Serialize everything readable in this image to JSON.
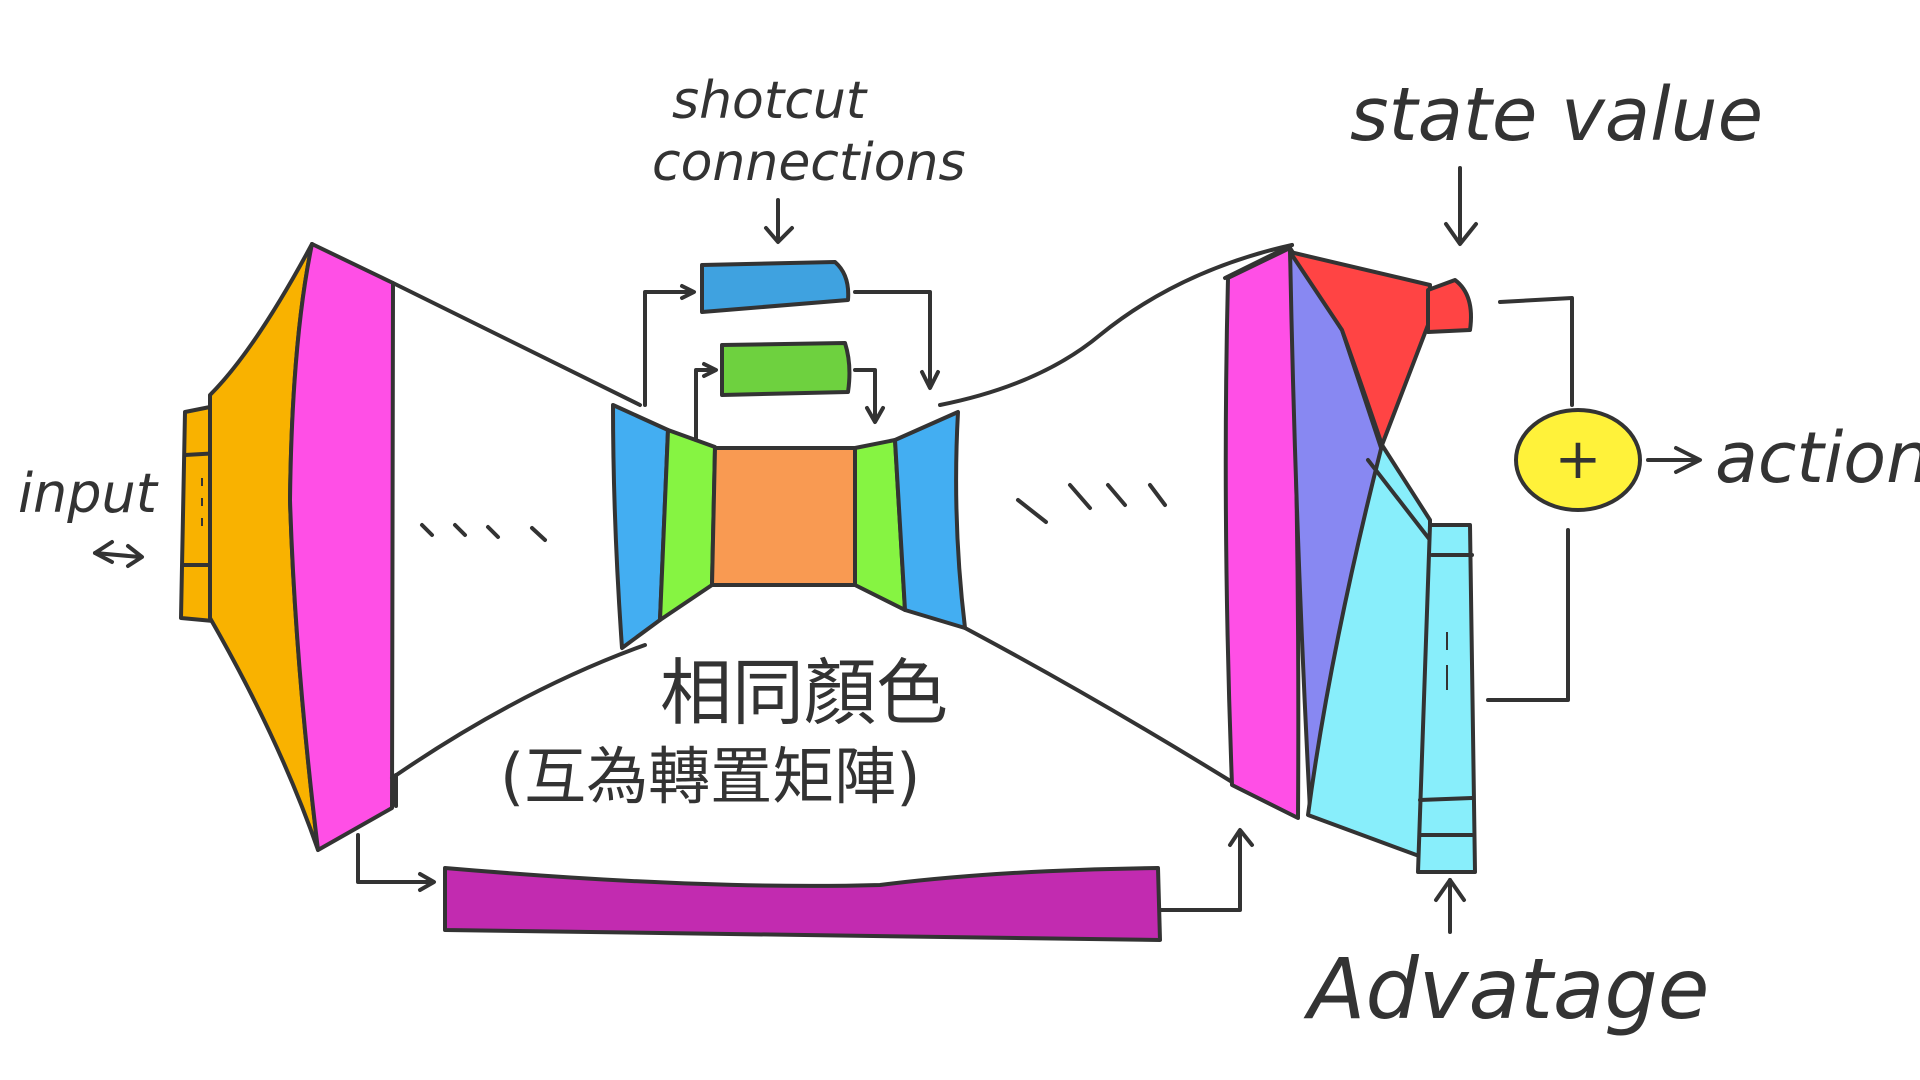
{
  "labels": {
    "input": "input",
    "shortcut_line1": "shotcut",
    "shortcut_line2": "connections",
    "state_value": "state value",
    "action": "action",
    "advantage": "Advatage",
    "plus": "+",
    "note_line1": "相同顏色",
    "note_line2": "(互為轉置矩陣)"
  },
  "colors": {
    "orange": "#F9B200",
    "magenta": "#FF4FE6",
    "blue": "#43AEF2",
    "green": "#86F442",
    "center": "#F99A52",
    "shortcut_blue": "#3FA2E0",
    "shortcut_green": "#6ED13F",
    "purple_bar": "#C22BB0",
    "red_head": "#FF4444",
    "violet": "#8888F2",
    "cyan": "#88EEFB",
    "plus_yellow": "#FFF23A"
  }
}
